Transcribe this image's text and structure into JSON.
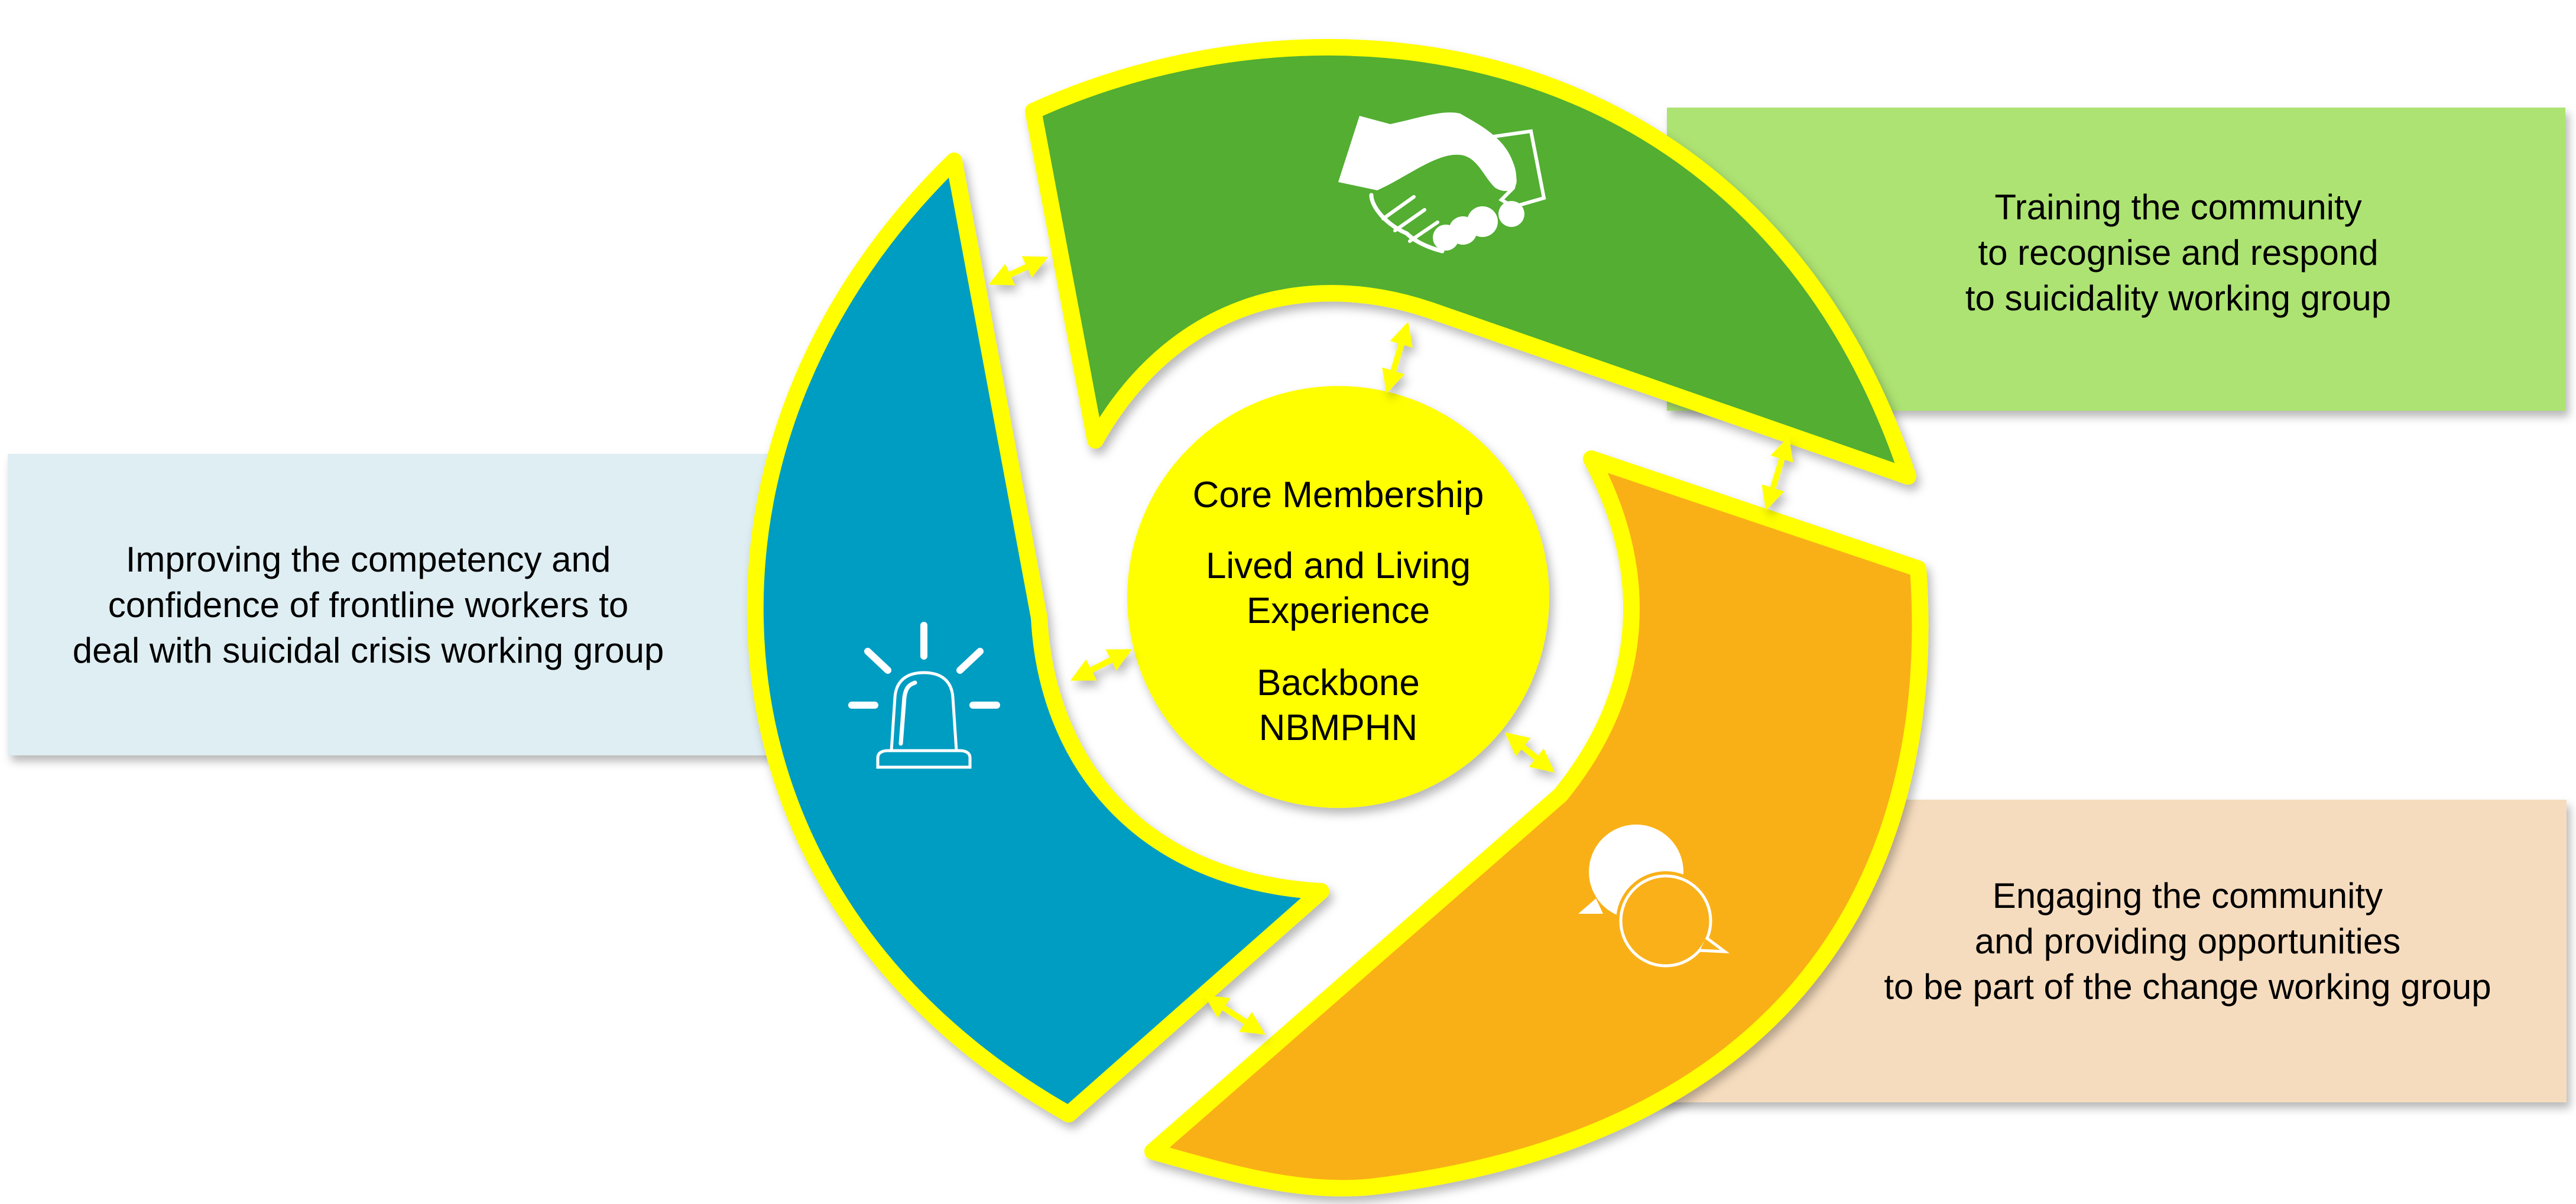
{
  "colors": {
    "background": "#ffffff",
    "outline": "#FFFF00",
    "green_segment": "#52AE32",
    "blue_segment": "#009DC2",
    "orange_segment": "#F9B019",
    "center_circle": "#FFFF00",
    "box_blue": "#DFEEF3",
    "box_green": "#ADE372",
    "box_peach": "#F6DCBE"
  },
  "center": {
    "groups": [
      {
        "lines": [
          "Core Membership"
        ]
      },
      {
        "lines": [
          "Lived and Living",
          "Experience"
        ]
      },
      {
        "lines": [
          "Backbone",
          "NBMPHN"
        ]
      }
    ]
  },
  "segments": [
    {
      "id": "green",
      "icon": "handshake-icon"
    },
    {
      "id": "blue",
      "icon": "siren-alarm-icon"
    },
    {
      "id": "orange",
      "icon": "chat-bubbles-icon"
    }
  ],
  "working_groups": {
    "green": {
      "lines": [
        "Training the community",
        "to recognise and respond",
        "to suicidality working group"
      ]
    },
    "blue": {
      "lines": [
        "Improving the competency and",
        "confidence of frontline workers to",
        "deal with suicidal crisis working group"
      ]
    },
    "orange": {
      "lines": [
        "Engaging the community",
        "and providing opportunities",
        "to be part of the change working group"
      ]
    }
  },
  "connectors": [
    {
      "from": "blue",
      "to": "green",
      "type": "double-arrow"
    },
    {
      "from": "green",
      "to": "center",
      "type": "double-arrow"
    },
    {
      "from": "green",
      "to": "orange",
      "type": "double-arrow"
    },
    {
      "from": "blue",
      "to": "center",
      "type": "double-arrow"
    },
    {
      "from": "center",
      "to": "orange",
      "type": "double-arrow"
    },
    {
      "from": "blue",
      "to": "orange",
      "type": "double-arrow"
    }
  ]
}
